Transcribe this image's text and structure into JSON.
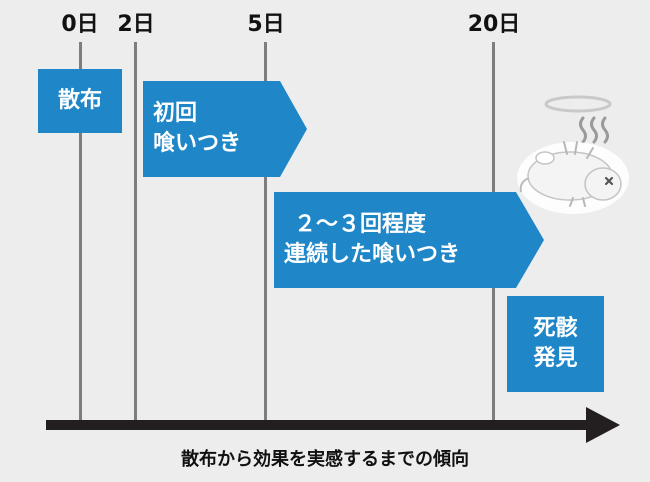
{
  "timeline": {
    "ticks": [
      "0日",
      "2日",
      "5日",
      "20日"
    ],
    "caption": "散布から効果を実感するまでの傾向"
  },
  "events": [
    {
      "line1": "散布",
      "line2": ""
    },
    {
      "line1": "初回",
      "line2": "喰いつき"
    },
    {
      "line1": "２～３回程度",
      "line2": "連続した喰いつき"
    },
    {
      "line1": "死骸",
      "line2": "発見"
    }
  ],
  "illustration": {
    "icon": "dead-rodent-illustration"
  },
  "colors": {
    "box": "#1f86c8",
    "background": "#ededed",
    "axis": "#231f20",
    "gridline": "#7d7d7d"
  }
}
